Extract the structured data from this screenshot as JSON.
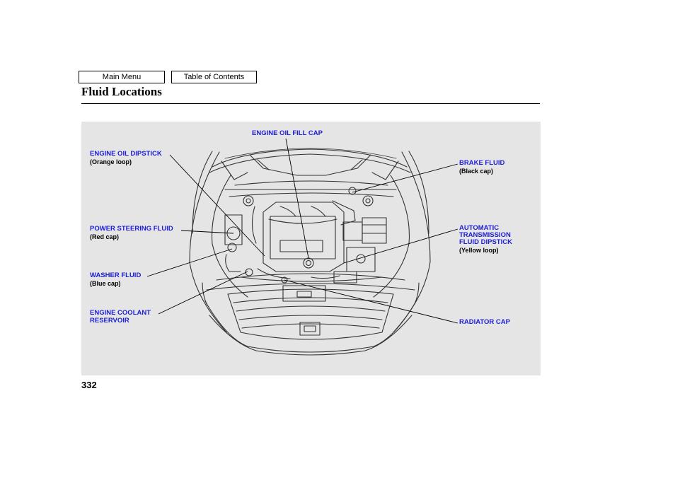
{
  "nav": {
    "main_menu": "Main Menu",
    "table_of_contents": "Table of Contents"
  },
  "page": {
    "title": "Fluid Locations",
    "number": "332"
  },
  "callouts": {
    "engine_oil_fill_cap": {
      "label": "ENGINE OIL FILL CAP"
    },
    "engine_oil_dipstick": {
      "label": "ENGINE OIL DIPSTICK",
      "note": "(Orange loop)"
    },
    "brake_fluid": {
      "label": "BRAKE FLUID",
      "note": "(Black cap)"
    },
    "power_steering_fluid": {
      "label": "POWER STEERING FLUID",
      "note": "(Red cap)"
    },
    "automatic_transmission": {
      "line1": "AUTOMATIC",
      "line2": "TRANSMISSION",
      "line3": "FLUID DIPSTICK",
      "note": "(Yellow loop)"
    },
    "washer_fluid": {
      "label": "WASHER FLUID",
      "note": "(Blue cap)"
    },
    "engine_coolant_reservoir": {
      "line1": "ENGINE COOLANT",
      "line2": "RESERVOIR"
    },
    "radiator_cap": {
      "label": "RADIATOR CAP"
    }
  },
  "colors": {
    "label_blue": "#1d1dd6",
    "panel_gray": "#e5e5e5"
  }
}
